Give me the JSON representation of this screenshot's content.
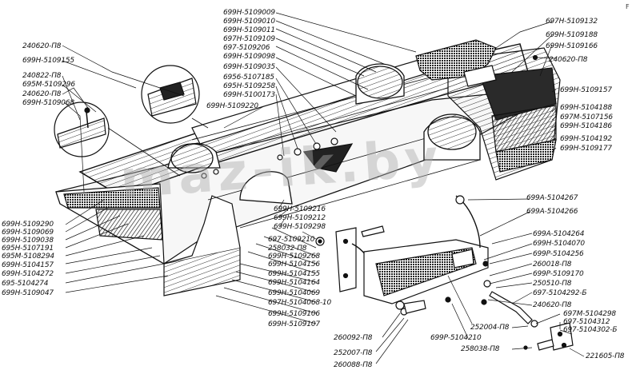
{
  "watermark": "maz-ik.by",
  "corner_mark": "F",
  "labels": {
    "l01": "699Н-5109009",
    "l02": "699Н-5109010",
    "l03": "699Н-5109011",
    "l04": "697Н-5109109",
    "l05": "697-5109206",
    "l06": "699Н-5109098",
    "l07": "699Н-5109035",
    "l08": "6956-5107185",
    "l09": "695Н-5109258",
    "l10": "699Н-5100173",
    "l11": "699Н-5109220",
    "l12": "697Н-5109132",
    "l13": "699Н-5109188",
    "l14": "699Н-5109166",
    "l15": "240620-П8",
    "l16": "699Н-5109157",
    "l17": "699Н-5104188",
    "l18": "697М-5107156",
    "l19": "699Н-5104186",
    "l20": "699Н-5104192",
    "l21": "699Н-5109177",
    "l22": "240620-П8",
    "l23": "699Н-5109155",
    "l24": "240822-П8",
    "l25": "695М-5109296",
    "l26": "240620-П8",
    "l27": "699Н-5109068",
    "l28": "699А-5104267",
    "l29": "699А-5104266",
    "l30": "699Н-5109216",
    "l31": "699Н-5109212",
    "l32": "699Н-5109298",
    "l33": "699Н-5109290",
    "l34": "699Н-5109069",
    "l35": "699Н-5109038",
    "l36": "695Н-5107191",
    "l37": "695М-5108294",
    "l38": "699Н-5104157",
    "l39": "699Н-5104272",
    "l40": "695-5104274",
    "l41": "699Н-5109047",
    "l42": "697-5109210",
    "l43": "258032-П8",
    "l44": "699Н-5109268",
    "l45": "699Н-5104156",
    "l46": "699Н-5104155",
    "l47": "699Н-5104164",
    "l48": "699Н-5104069",
    "l49": "697Н-5104068-10",
    "l50": "699Н-5109106",
    "l51": "699Н-5109107",
    "l52": "699А-5104264",
    "l53": "699Н-5104070",
    "l54": "699Р-5104256",
    "l55": "260018-П8",
    "l56": "699Р-5109170",
    "l57": "250510-П8",
    "l58": "697-5104292-Б",
    "l59": "240620-П8",
    "l60": "697М-5104298",
    "l61": "697-5104312",
    "l62": "697-5104302-Б",
    "l63": "252004-П8",
    "l64": "699Р-5104210",
    "l65": "258038-П8",
    "l66": "221605-П8",
    "l67": "260092-П8",
    "l68": "252007-П8",
    "l69": "260088-П8"
  }
}
